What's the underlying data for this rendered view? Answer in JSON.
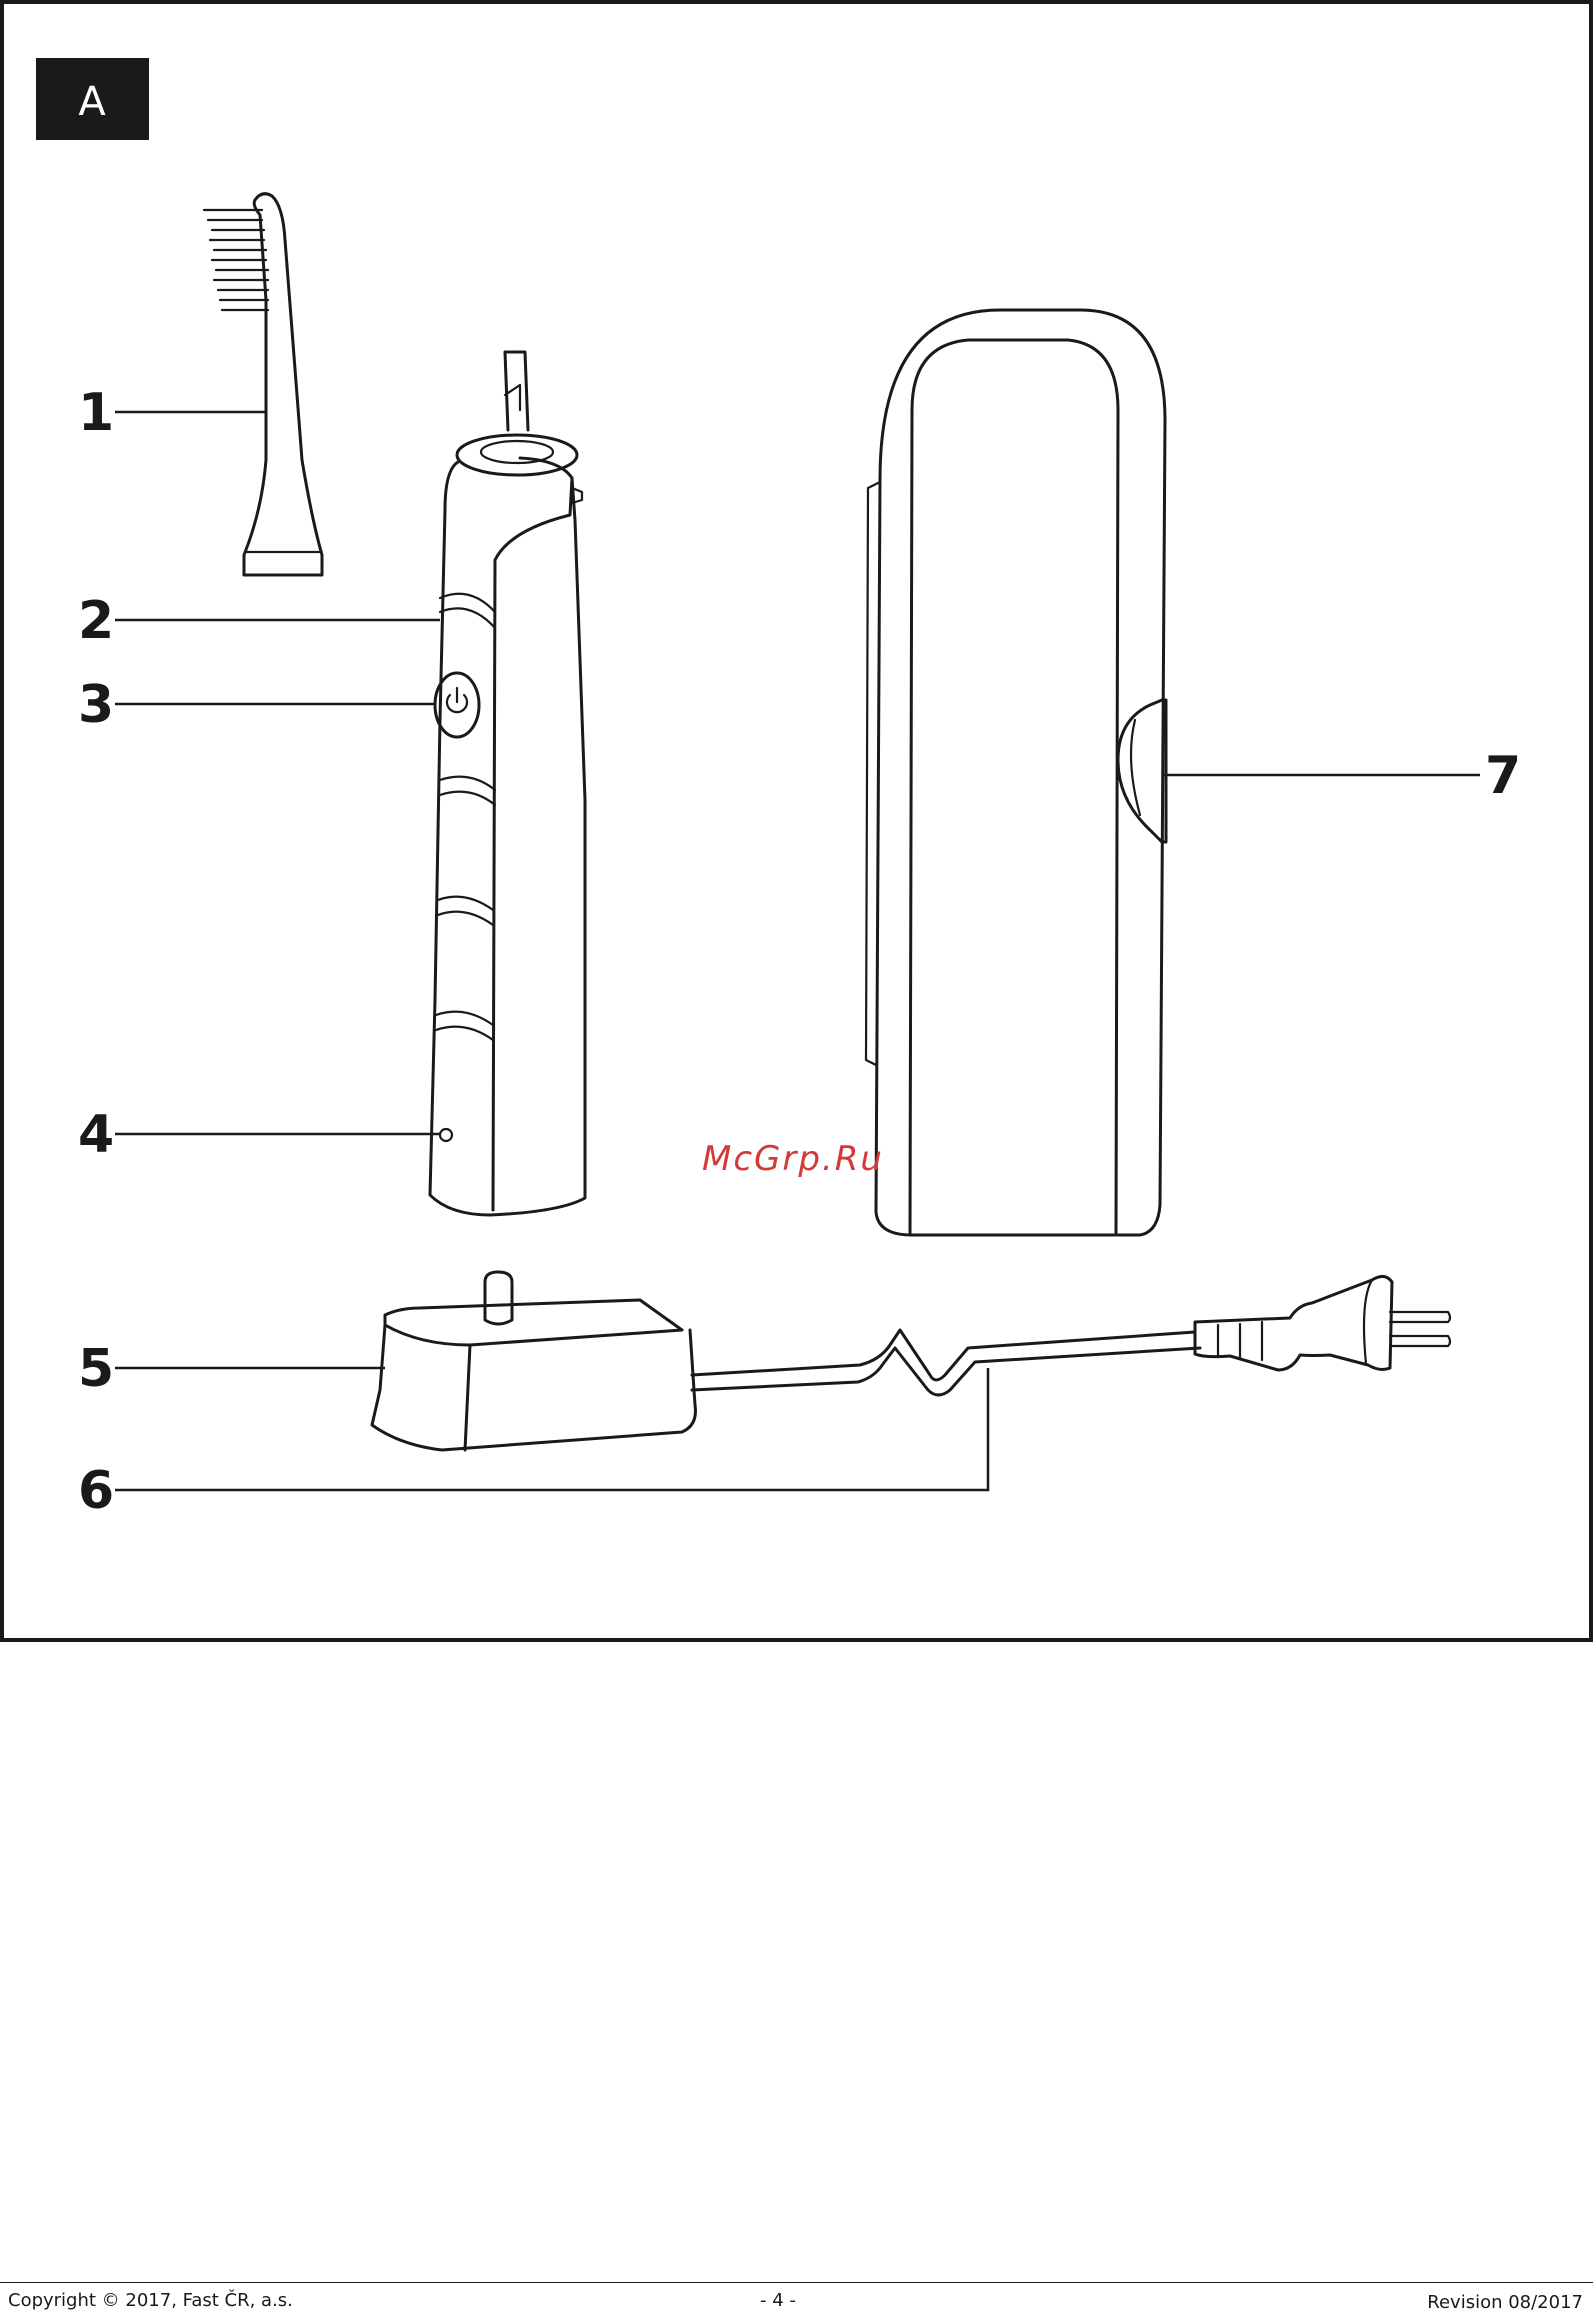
{
  "figure": {
    "panel_label": "A",
    "callouts": [
      "1",
      "2",
      "3",
      "4",
      "5",
      "6",
      "7"
    ],
    "watermark": "McGrp.Ru"
  },
  "footer": {
    "copyright": "Copyright © 2017, Fast ČR, a.s.",
    "page": "- 4 -",
    "revision": "Revision 08/2017"
  }
}
